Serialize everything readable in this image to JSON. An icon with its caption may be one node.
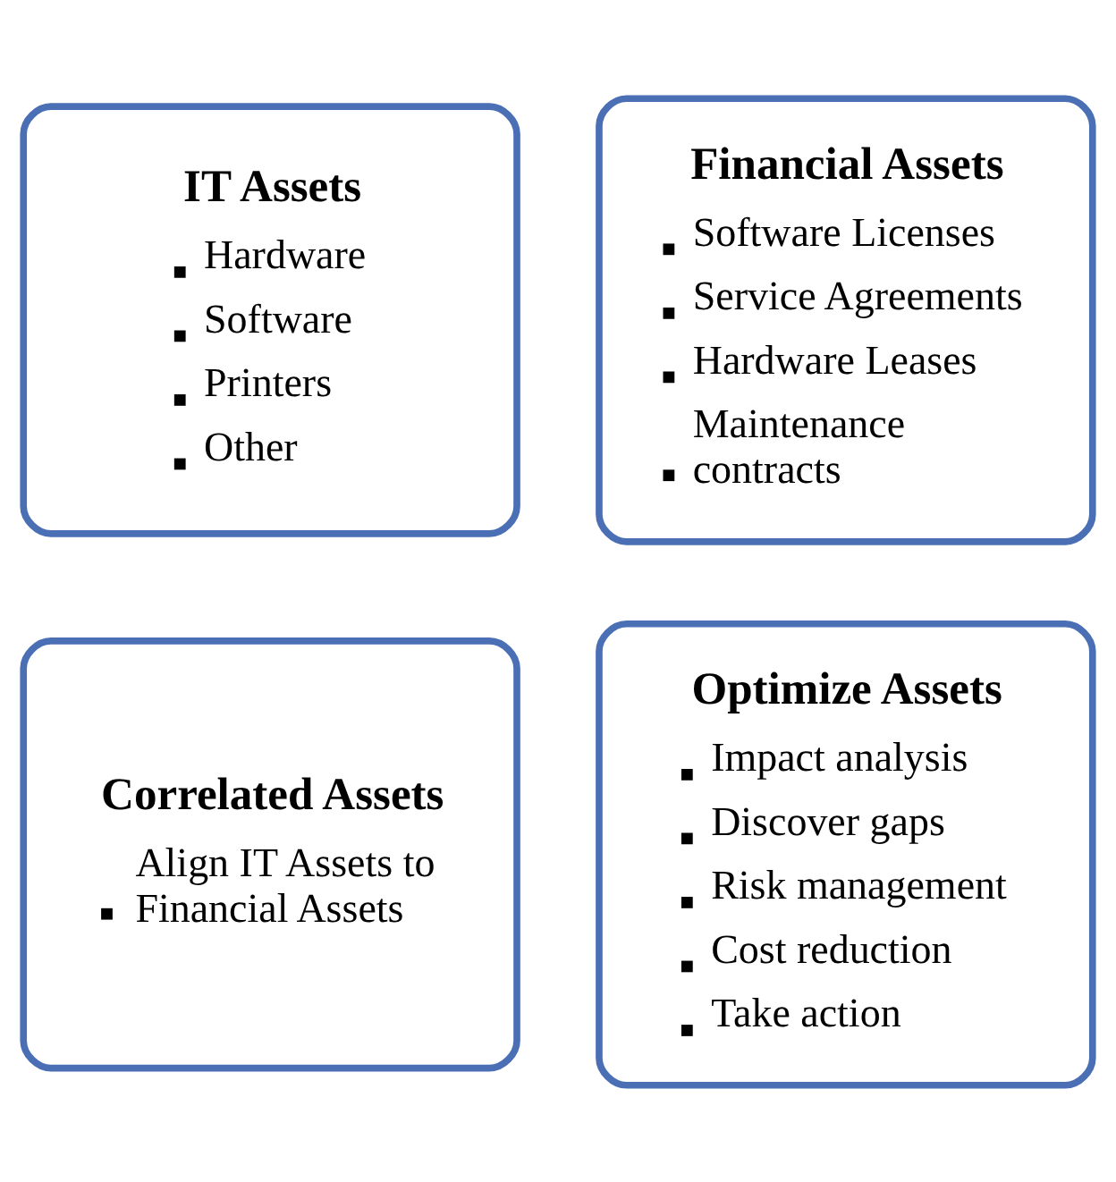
{
  "diagram": {
    "nodes": [
      {
        "text": [
          "IT Assets",
          "Hardware",
          "Software",
          "Printers",
          "Other"
        ]
      },
      {
        "text": [
          "Financial Assets",
          "Software Licenses",
          "Service Agreements",
          "Hardware Leases",
          "Maintenance contracts"
        ]
      },
      {
        "text": [
          "Correlated Assets",
          "Align IT Assets to Financial Assets"
        ]
      },
      {
        "text": [
          "Optimize Assets",
          "Impact analysis",
          "Discover gaps",
          "Risk management",
          "Cost reduction",
          "Take action"
        ]
      }
    ]
  }
}
